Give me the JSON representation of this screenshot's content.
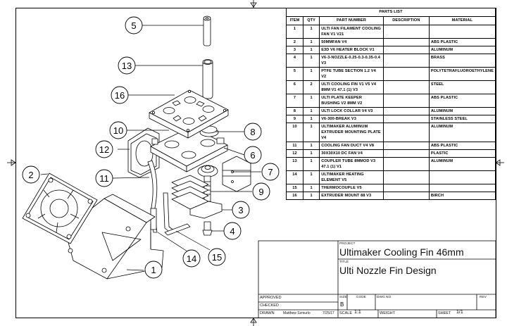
{
  "parts_list": {
    "title": "PARTS LIST",
    "columns": [
      "ITEM",
      "QTY",
      "PART NUMBER",
      "DESCRIPTION",
      "MATERIAL"
    ],
    "rows": [
      {
        "item": "1",
        "qty": "1",
        "part_number": "ULTI FAN FILAMENT COOLING FAN V1 V21",
        "description": "",
        "material": ""
      },
      {
        "item": "2",
        "qty": "1",
        "part_number": "50MMFAN V4",
        "description": "",
        "material": "ABS PLASTIC"
      },
      {
        "item": "3",
        "qty": "1",
        "part_number": "E3D V6 HEATER BLOCK V1",
        "description": "",
        "material": "ALUMINUM"
      },
      {
        "item": "4",
        "qty": "1",
        "part_number": "V6-3-NOZZLE-0.25-0.3-0.35-0.4 V3",
        "description": "",
        "material": "BRASS"
      },
      {
        "item": "5",
        "qty": "1",
        "part_number": "PTFE TUBE SECTION 1.2 V4 V2",
        "description": "",
        "material": "POLYTETRAFLUOROETHYLENE"
      },
      {
        "item": "6",
        "qty": "2",
        "part_number": "ULTI COOLING FIN V1 V5 V4 8MM V1 47.1 (1) V3",
        "description": "",
        "material": "STEEL"
      },
      {
        "item": "7",
        "qty": "1",
        "part_number": "ULTI PLATE KEEPER BUSHING V2 8MM V2",
        "description": "",
        "material": "ABS PLASTIC"
      },
      {
        "item": "8",
        "qty": "1",
        "part_number": "ULTI LOCK COLLAR V4 V3",
        "description": "",
        "material": "ALUMINUM"
      },
      {
        "item": "9",
        "qty": "1",
        "part_number": "V6-300-BREAK V3",
        "description": "",
        "material": "STAINLESS STEEL"
      },
      {
        "item": "10",
        "qty": "1",
        "part_number": "ULTIMAKER ALUMINUM EXTRUDER MOUNTING PLATE V4",
        "description": "",
        "material": "ALUMINUM"
      },
      {
        "item": "11",
        "qty": "1",
        "part_number": "COOLING FAN DUCT V4 V8",
        "description": "",
        "material": "ABS PLASTIC"
      },
      {
        "item": "12",
        "qty": "1",
        "part_number": "30X30X10 DC FAN V4",
        "description": "",
        "material": "PLASTIC"
      },
      {
        "item": "13",
        "qty": "1",
        "part_number": "COUPLER TUBE 8MMOD V3 47.1 (1) V1",
        "description": "",
        "material": "ALUMINUM"
      },
      {
        "item": "14",
        "qty": "1",
        "part_number": "ULTIMAKER HEATING ELEMENT V5",
        "description": "",
        "material": ""
      },
      {
        "item": "15",
        "qty": "1",
        "part_number": "THERMOCOUPLE V5",
        "description": "",
        "material": ""
      },
      {
        "item": "16",
        "qty": "1",
        "part_number": "EXTRUDER MOUNT 88 V3",
        "description": "",
        "material": "BIRCH"
      }
    ]
  },
  "title_block": {
    "project_label": "PROJECT",
    "project": "Ultimaker Cooling Fin 46mm",
    "title_label": "TITLE",
    "title": "Ulti Nozzle Fin Design",
    "approved_label": "APPROVED",
    "checked_label": "CHECKED",
    "drawn_label": "DRAWN",
    "drawn_by": "Matthew Szmurlo",
    "drawn_date": "7/25/17",
    "size_label": "SIZE",
    "size": "B",
    "code_label": "CODE",
    "dwg_no_label": "DWG NO",
    "rev_label": "REV",
    "scale_label": "SCALE",
    "scale": "1:1",
    "weight_label": "WEIGHT",
    "sheet_label": "SHEET",
    "sheet": "1/1"
  },
  "balloons": [
    "1",
    "2",
    "3",
    "4",
    "5",
    "6",
    "7",
    "8",
    "9",
    "10",
    "11",
    "12",
    "13",
    "14",
    "15",
    "16"
  ]
}
